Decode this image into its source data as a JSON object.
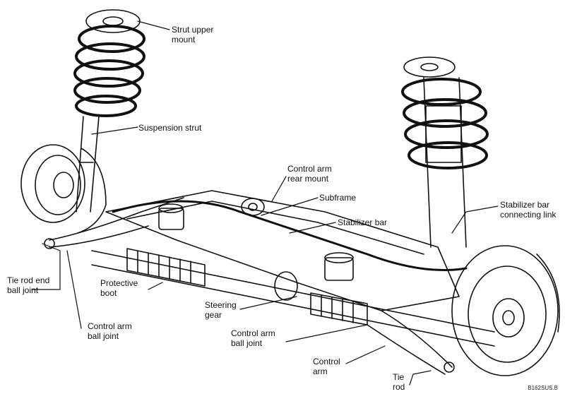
{
  "labels": {
    "strut_upper_mount": "Strut upper\nmount",
    "suspension_strut": "Suspension strut",
    "control_arm_rear_mount": "Control arm\nrear mount",
    "subframe": "Subframe",
    "stabilizer_bar": "Stabilizer bar",
    "stabilizer_bar_connecting_link": "Stabilizer bar\nconnecting link",
    "tie_rod_end_ball_joint": "Tie rod end\nball joint",
    "protective_boot": "Protective\nboot",
    "steering_gear": "Steering\ngear",
    "control_arm_ball_joint_left": "Control arm\nball joint",
    "control_arm_ball_joint_center": "Control arm\nball joint",
    "control_arm": "Control\narm",
    "tie_rod": "Tie\nrod"
  },
  "figure_code": "B162SUS.B",
  "colors": {
    "ink": "#111111",
    "background": "#ffffff"
  }
}
